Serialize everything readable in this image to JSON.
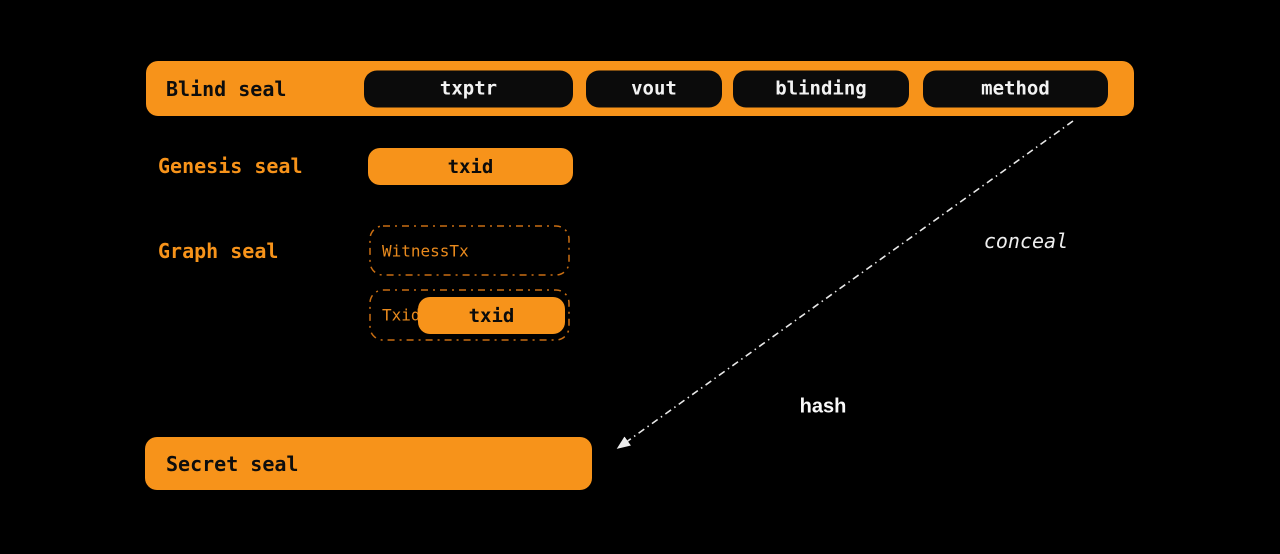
{
  "colors": {
    "background": "#000000",
    "accent_orange": "#F7931A",
    "pill_black": "#0b0b0b",
    "dashed_border_orange": "#c96e12",
    "dim_orange_text": "#e98a1d",
    "white_text": "#f2f2f2"
  },
  "blind_seal": {
    "label": "Blind seal",
    "fields": [
      "txptr",
      "vout",
      "blinding",
      "method"
    ]
  },
  "genesis_seal": {
    "label": "Genesis seal",
    "pill": "txid"
  },
  "graph_seal": {
    "label": "Graph seal",
    "witness_box": {
      "label": "WitnessTx"
    },
    "txid_box": {
      "label": "Txid",
      "pill": "txid"
    }
  },
  "secret_seal": {
    "label": "Secret seal"
  },
  "annotations": {
    "conceal": "conceal",
    "hash": "hash"
  }
}
